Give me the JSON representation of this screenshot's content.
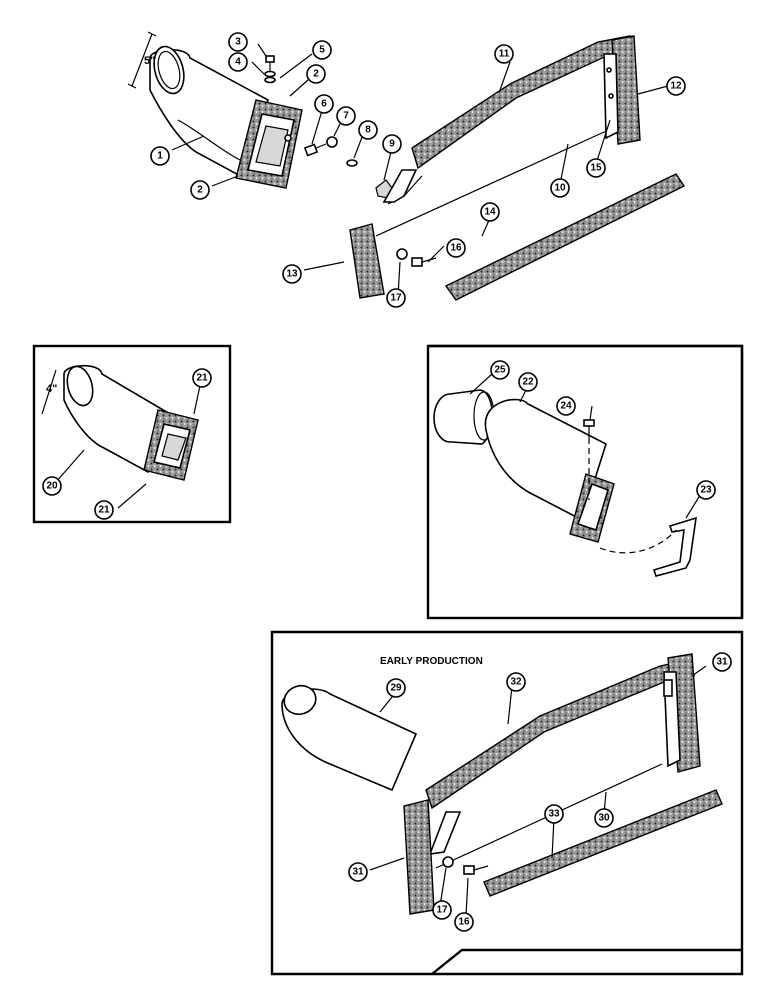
{
  "callouts": [
    "1",
    "2",
    "2",
    "3",
    "4",
    "5",
    "6",
    "7",
    "8",
    "9",
    "10",
    "11",
    "12",
    "13",
    "14",
    "15",
    "16",
    "17",
    "20",
    "21",
    "21",
    "22",
    "23",
    "24",
    "25",
    "29",
    "30",
    "31",
    "31",
    "32",
    "33",
    "17",
    "16"
  ],
  "dimensions": {
    "main_duct": "5\"",
    "inset_duct": "4\""
  },
  "early_production_label": "EARLY PRODUCTION"
}
